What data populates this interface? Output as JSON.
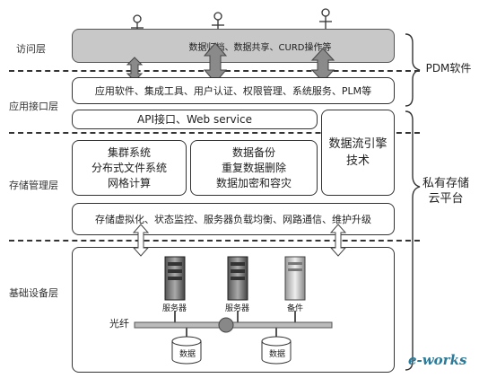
{
  "layers": {
    "access": "访问层",
    "app_interface": "应用接口层",
    "storage_mgmt": "存储管理层",
    "infrastructure": "基础设备层"
  },
  "access_band_text": "数据归档、数据共享、CURD操作等",
  "app_band_text": "应用软件、集成工具、用户认证、权限管理、系统服务、PLM等",
  "api_box_text": "API接口、Web service",
  "engine_box_text": "数据流引擎技术",
  "cluster_box_lines": [
    "集群系统",
    "分布式文件系统",
    "网格计算"
  ],
  "backup_box_lines": [
    "数据备份",
    "重复数据删除",
    "数据加密和容灾"
  ],
  "virtual_band_text": "存储虚拟化、状态监控、服务器负载均衡、网路通信、维护升级",
  "brace_labels": {
    "pdm": "PDM软件",
    "private_cloud": "私有存储云平台"
  },
  "devices": {
    "server1": "服务器",
    "server2": "服务器",
    "backup": "备件",
    "fiber": "光纤",
    "db1": "数据",
    "db2": "数据"
  },
  "watermark": "e-works"
}
